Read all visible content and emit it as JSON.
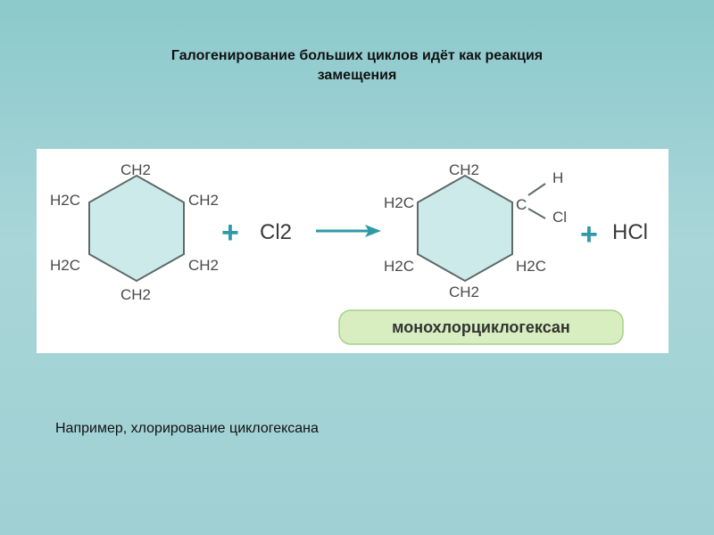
{
  "title": {
    "line1": "Галогенирование больших циклов идёт как реакция",
    "line2": "замещения"
  },
  "reactant": {
    "top": "CH2",
    "upper_left": "H2C",
    "upper_right": "CH2",
    "lower_left": "H2C",
    "lower_right": "CH2",
    "bottom": "CH2"
  },
  "plus_sign": "+",
  "reagent": "Cl2",
  "product": {
    "top": "CH2",
    "upper_left": "H2C",
    "carbon": "C",
    "substituent_h": "H",
    "substituent_cl": "Cl",
    "lower_left": "H2C",
    "lower_right": "H2C",
    "bottom": "CH2"
  },
  "byproduct": "HCl",
  "product_name": "монохлорциклогексан",
  "caption": "Например, хлорирование циклогексана",
  "colors": {
    "ring_fill": "#cdeaea",
    "ring_stroke": "#5f6b6b",
    "accent": "#2e9aa6",
    "pill_fill": "#d8eec0",
    "pill_stroke": "#a7cf8a"
  }
}
